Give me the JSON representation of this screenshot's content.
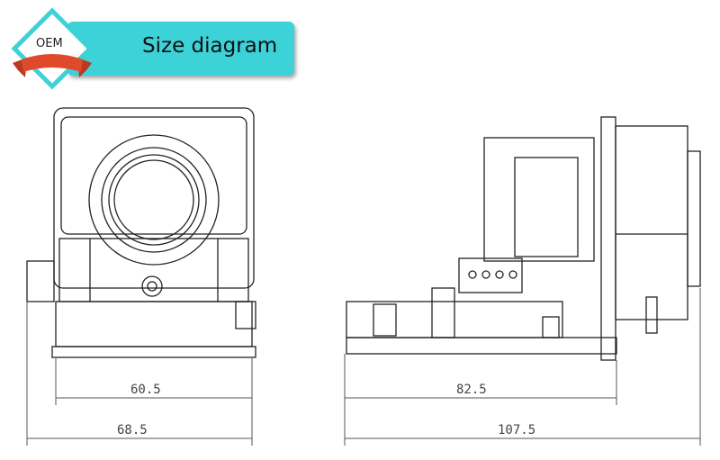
{
  "header": {
    "badge_label": "OEM",
    "title": "Size diagram",
    "accent_color": "#3dd2d8",
    "ribbon_color": "#e04a2c"
  },
  "dimensions": {
    "front_inner_width": "60.5",
    "front_outer_width": "68.5",
    "side_inner_width": "82.5",
    "side_outer_width": "107.5"
  }
}
